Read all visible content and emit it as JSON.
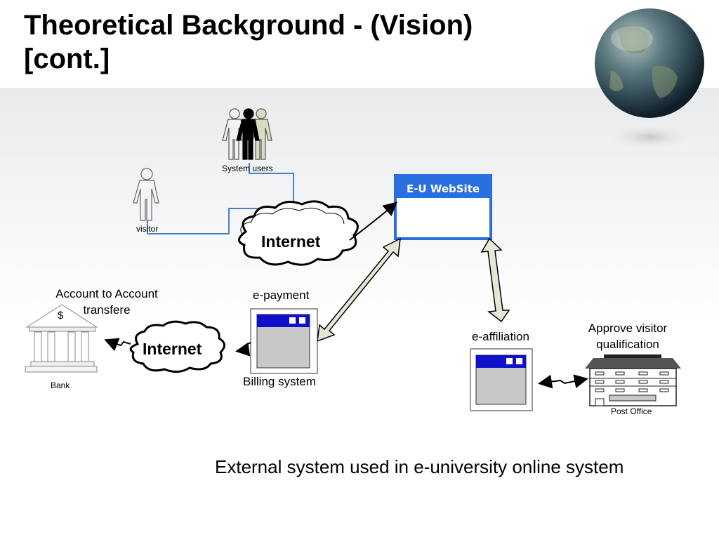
{
  "slide": {
    "title_line1": "Theoretical Background - (Vision)",
    "title_line2": "[cont.]",
    "caption": "External system used in e-university online system"
  },
  "diagram": {
    "system_users": "System users",
    "visitor": "visitor",
    "internet_top": "Internet",
    "internet_left": "Internet",
    "website": "E-U WebSite",
    "account_transfer_line1": "Account to Account",
    "account_transfer_line2": "transfere",
    "bank_symbol": "$",
    "bank": "Bank",
    "epayment": "e-payment",
    "billing": "Billing system",
    "eaffiliation": "e-affiliation",
    "approve_line1": "Approve visitor",
    "approve_line2": "qualification",
    "post_office": "Post Office"
  },
  "colors": {
    "window_bar": "#1010c8",
    "website_blue": "#2a6fe0",
    "connector": "#4a7fc4",
    "arrow_fill": "#e4e7d6"
  },
  "icons": [
    "globe-icon",
    "people-icon",
    "person-icon",
    "cloud-icon",
    "bank-icon",
    "window-icon",
    "post-office-icon"
  ]
}
